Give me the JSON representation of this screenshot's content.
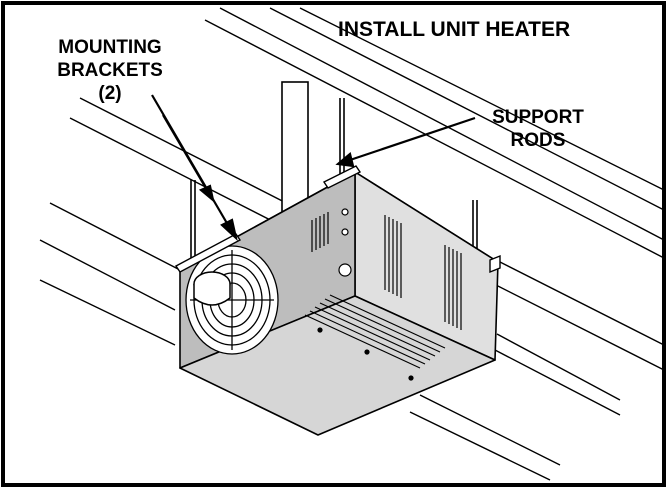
{
  "title": "INSTALL UNIT HEATER",
  "callouts": {
    "mounting_brackets_line1": "MOUNTING",
    "mounting_brackets_line2": "BRACKETS",
    "mounting_brackets_line3": "(2)",
    "support_rods_line1": "SUPPORT",
    "support_rods_line2": "RODS"
  },
  "colors": {
    "ink": "#000000",
    "unit_side": "#e0e0e0",
    "unit_front": "#bdbdbd",
    "unit_bottom": "#d6d6d6"
  }
}
